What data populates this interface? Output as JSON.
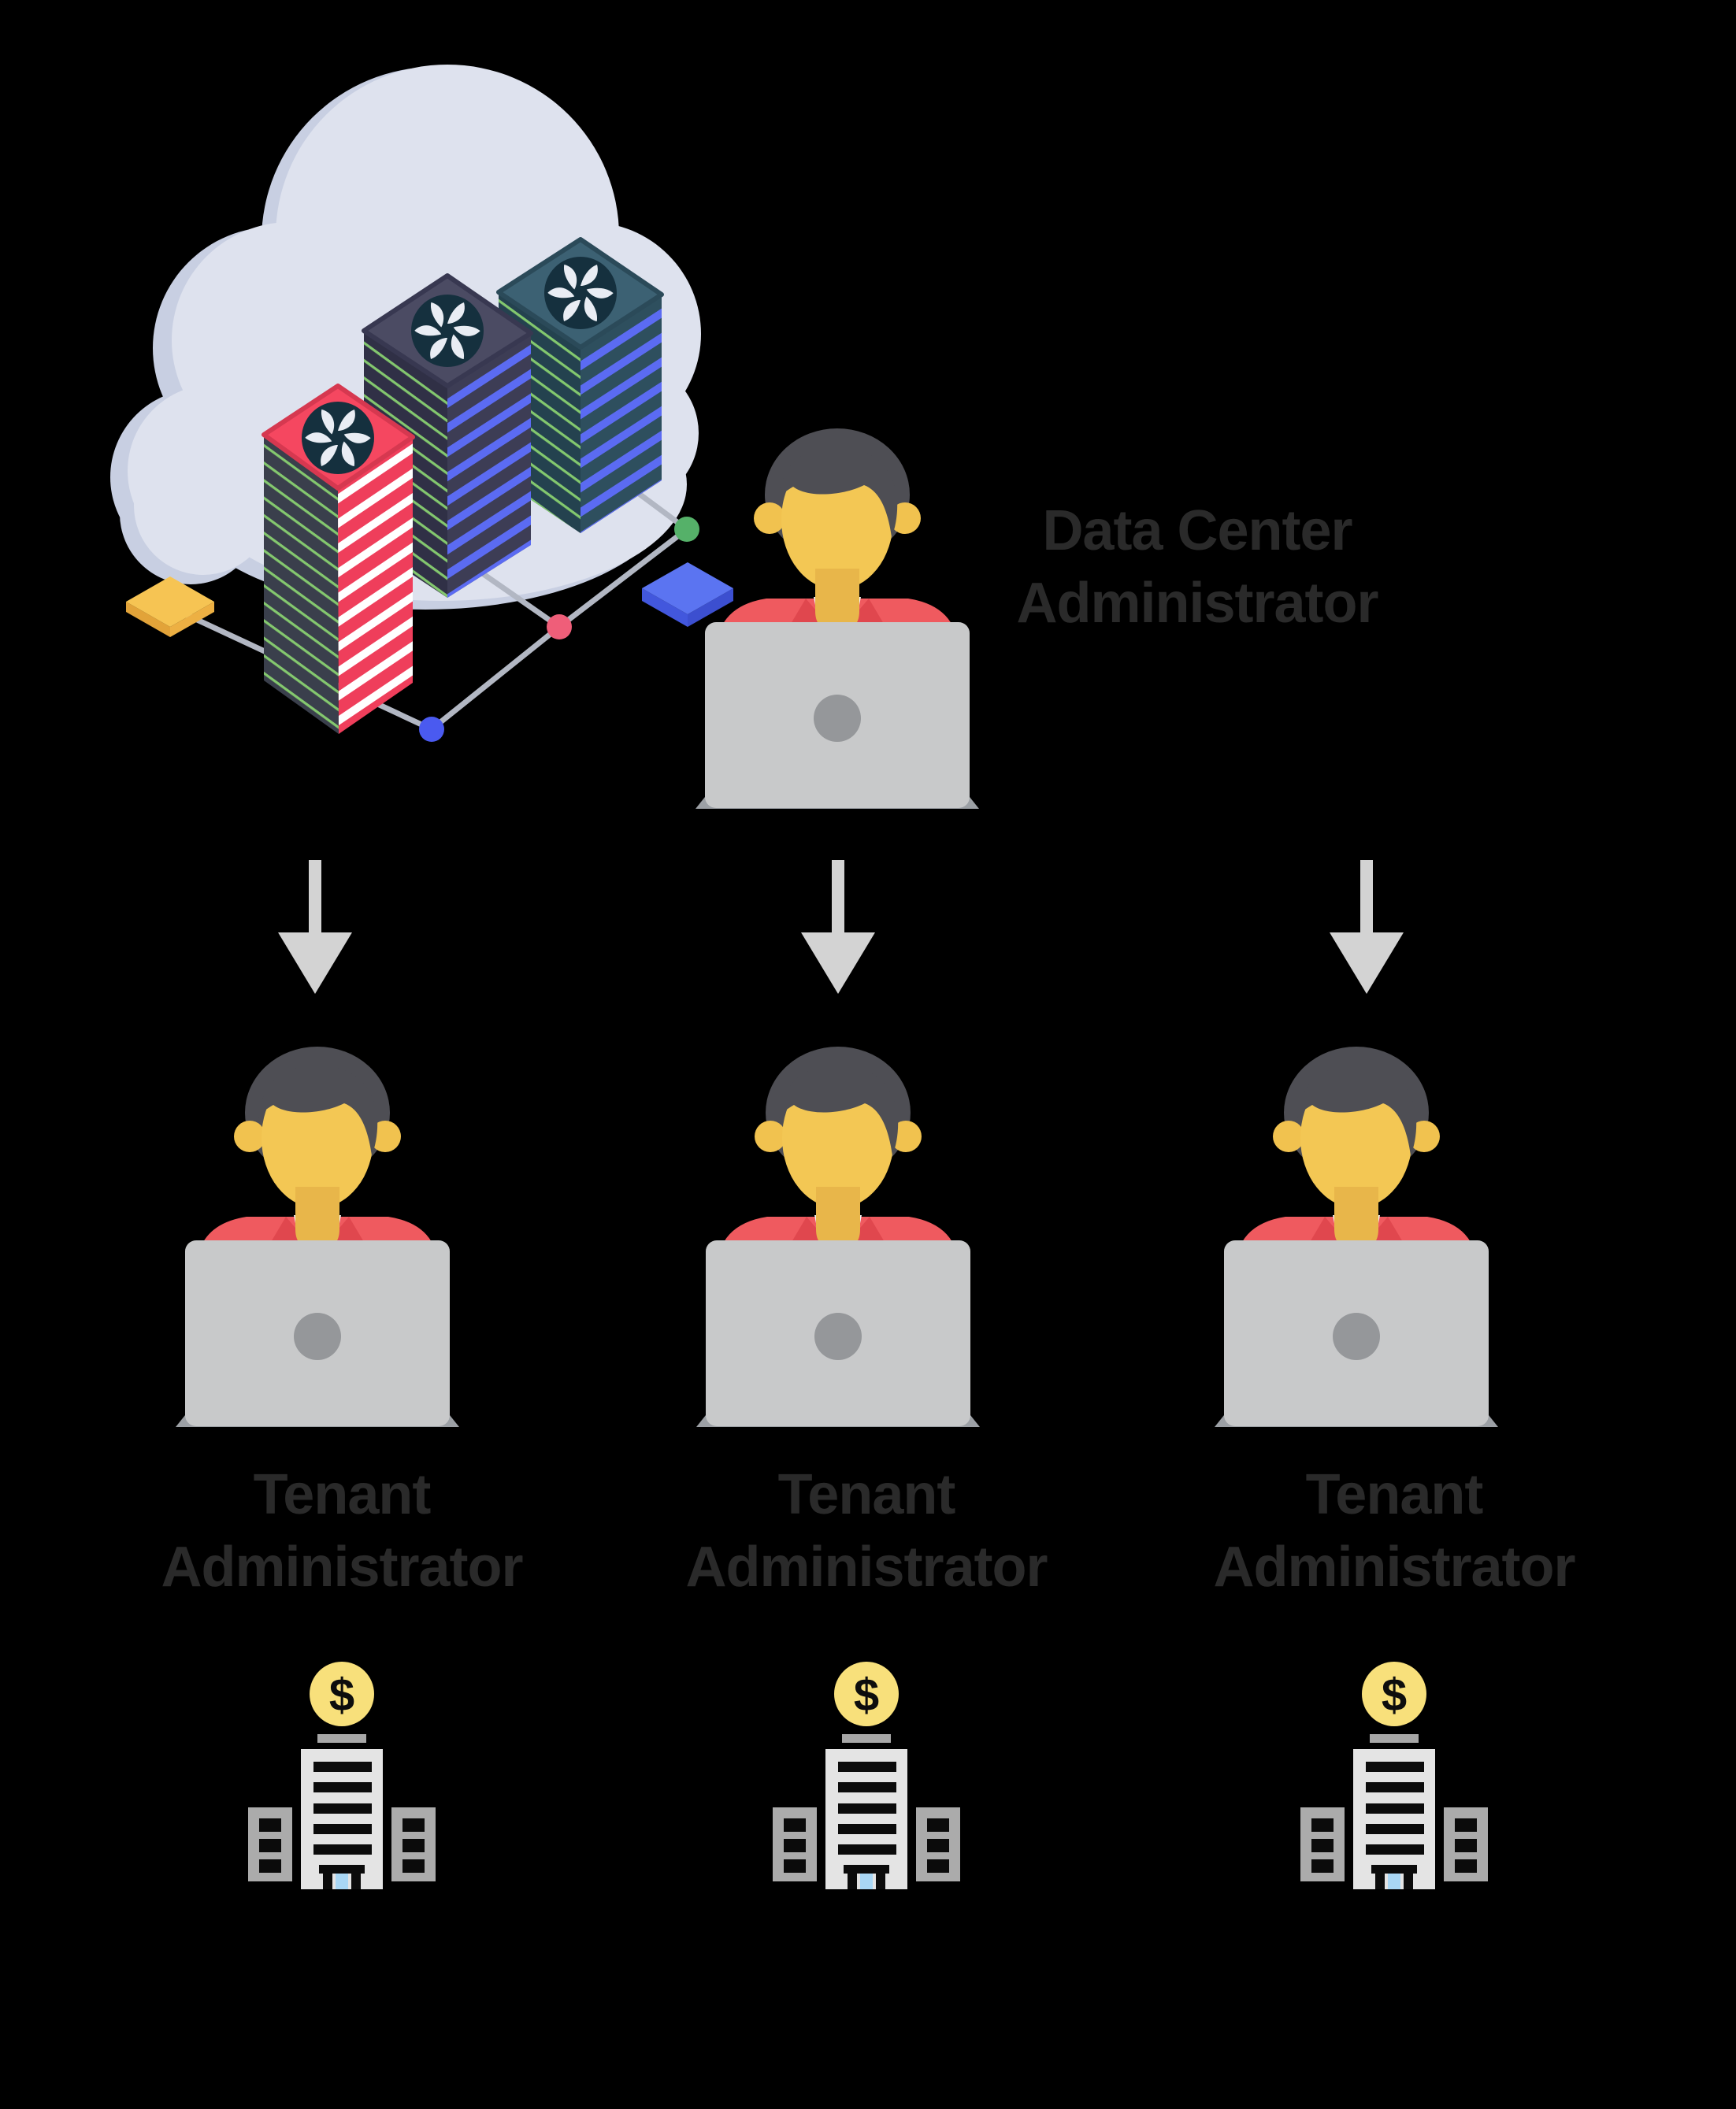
{
  "diagram": {
    "background": "#000000",
    "cloud_datacenter": {
      "icon": "cloud-servers-illustration",
      "server_racks": [
        "red-server-rack",
        "purple-server-rack",
        "teal-server-rack"
      ],
      "decorations": [
        "yellow-diamond",
        "blue-diamond",
        "green-node",
        "pink-node",
        "blue-node",
        "network-lines"
      ]
    },
    "data_center_admin": {
      "label": "Data Center\nAdministrator",
      "icon": "person-at-laptop-icon"
    },
    "arrows": {
      "icon": "down-arrow-icon",
      "count": 3
    },
    "tenants": [
      {
        "label": "Tenant\nAdministrator",
        "icon": "person-at-laptop-icon",
        "building": {
          "icon": "office-building-icon",
          "coin_icon": "dollar-coin-icon",
          "coin_symbol": "$"
        }
      },
      {
        "label": "Tenant\nAdministrator",
        "icon": "person-at-laptop-icon",
        "building": {
          "icon": "office-building-icon",
          "coin_icon": "dollar-coin-icon",
          "coin_symbol": "$"
        }
      },
      {
        "label": "Tenant\nAdministrator",
        "icon": "person-at-laptop-icon",
        "building": {
          "icon": "office-building-icon",
          "coin_icon": "dollar-coin-icon",
          "coin_symbol": "$"
        }
      }
    ],
    "palette": {
      "background": "#000000",
      "label_text": "#2a2a2a",
      "arrow_gray": "#d3d3d3",
      "skin": "#f3c754",
      "hair": "#4e4e54",
      "shirt_red": "#ef5a5f",
      "shirt_dark_red": "#e0474e",
      "laptop_gray": "#c8c9ca",
      "laptop_logo": "#95979a",
      "laptop_base": "#9ca0a5",
      "coin_yellow": "#f8e07b",
      "building_light": "#e4e4e4",
      "building_mid": "#ababab",
      "door_blue": "#a9d7f5",
      "cloud": "#dee2ee",
      "cloud_shadow": "#c8cfe2",
      "server_red": "#f5455f",
      "server_purple": "#4b4b63",
      "server_teal": "#3c6173",
      "slat_blue": "#5b6bf2",
      "slat_white": "#ffffff",
      "line_green": "#88cf70",
      "network_gray": "#b2b7c3",
      "node_green": "#55b169",
      "node_pink": "#ef5e79",
      "node_blue": "#4a5af0",
      "diamond_yellow": "#f6c453",
      "diamond_blue": "#5b74f1"
    }
  }
}
